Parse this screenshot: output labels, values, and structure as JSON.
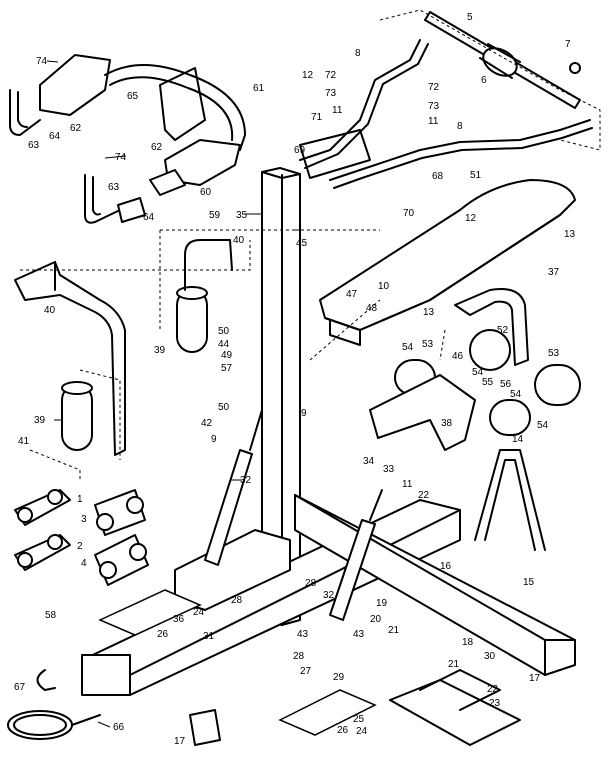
{
  "diagram": {
    "type": "exploded-parts-view",
    "callouts": [
      {
        "id": "c5",
        "label": "5"
      },
      {
        "id": "c7",
        "label": "7"
      },
      {
        "id": "c6",
        "label": "6"
      },
      {
        "id": "c74a",
        "label": "74"
      },
      {
        "id": "c65",
        "label": "65"
      },
      {
        "id": "c61",
        "label": "61"
      },
      {
        "id": "c62a",
        "label": "62"
      },
      {
        "id": "c64a",
        "label": "64"
      },
      {
        "id": "c63a",
        "label": "63"
      },
      {
        "id": "c8a",
        "label": "8"
      },
      {
        "id": "c12a",
        "label": "12"
      },
      {
        "id": "c72a",
        "label": "72"
      },
      {
        "id": "c73a",
        "label": "73"
      },
      {
        "id": "c11a",
        "label": "11"
      },
      {
        "id": "c71",
        "label": "71"
      },
      {
        "id": "c72b",
        "label": "72"
      },
      {
        "id": "c73b",
        "label": "73"
      },
      {
        "id": "c11b",
        "label": "11"
      },
      {
        "id": "c8b",
        "label": "8"
      },
      {
        "id": "c69",
        "label": "69"
      },
      {
        "id": "c74b",
        "label": "74"
      },
      {
        "id": "c62b",
        "label": "62"
      },
      {
        "id": "c63b",
        "label": "63"
      },
      {
        "id": "c60",
        "label": "60"
      },
      {
        "id": "c64b",
        "label": "64"
      },
      {
        "id": "c59",
        "label": "59"
      },
      {
        "id": "c35",
        "label": "35"
      },
      {
        "id": "c68",
        "label": "68"
      },
      {
        "id": "c51",
        "label": "51"
      },
      {
        "id": "c12b",
        "label": "12"
      },
      {
        "id": "c70",
        "label": "70"
      },
      {
        "id": "c13a",
        "label": "13"
      },
      {
        "id": "c40a",
        "label": "40"
      },
      {
        "id": "c45",
        "label": "45"
      },
      {
        "id": "c37",
        "label": "37"
      },
      {
        "id": "c10",
        "label": "10"
      },
      {
        "id": "c47",
        "label": "47"
      },
      {
        "id": "c48",
        "label": "48"
      },
      {
        "id": "c13b",
        "label": "13"
      },
      {
        "id": "c40b",
        "label": "40"
      },
      {
        "id": "c50a",
        "label": "50"
      },
      {
        "id": "c44",
        "label": "44"
      },
      {
        "id": "c52",
        "label": "52"
      },
      {
        "id": "c39a",
        "label": "39"
      },
      {
        "id": "c49",
        "label": "49"
      },
      {
        "id": "c54a",
        "label": "54"
      },
      {
        "id": "c53a",
        "label": "53"
      },
      {
        "id": "c46",
        "label": "46"
      },
      {
        "id": "c53b",
        "label": "53"
      },
      {
        "id": "c57",
        "label": "57"
      },
      {
        "id": "c54b",
        "label": "54"
      },
      {
        "id": "c55",
        "label": "55"
      },
      {
        "id": "c56",
        "label": "56"
      },
      {
        "id": "c54c",
        "label": "54"
      },
      {
        "id": "c39b",
        "label": "39"
      },
      {
        "id": "c50b",
        "label": "50"
      },
      {
        "id": "c9a",
        "label": "9"
      },
      {
        "id": "c42",
        "label": "42"
      },
      {
        "id": "c38",
        "label": "38"
      },
      {
        "id": "c54d",
        "label": "54"
      },
      {
        "id": "c41",
        "label": "41"
      },
      {
        "id": "c9b",
        "label": "9"
      },
      {
        "id": "c14",
        "label": "14"
      },
      {
        "id": "c32a",
        "label": "32"
      },
      {
        "id": "c34",
        "label": "34"
      },
      {
        "id": "c33",
        "label": "33"
      },
      {
        "id": "c1",
        "label": "1"
      },
      {
        "id": "c11c",
        "label": "11"
      },
      {
        "id": "c22a",
        "label": "22"
      },
      {
        "id": "c3",
        "label": "3"
      },
      {
        "id": "c2",
        "label": "2"
      },
      {
        "id": "c4",
        "label": "4"
      },
      {
        "id": "c16",
        "label": "16"
      },
      {
        "id": "c28a",
        "label": "28"
      },
      {
        "id": "c15",
        "label": "15"
      },
      {
        "id": "c58",
        "label": "58"
      },
      {
        "id": "c28b",
        "label": "28"
      },
      {
        "id": "c19",
        "label": "19"
      },
      {
        "id": "c24a",
        "label": "24"
      },
      {
        "id": "c32b",
        "label": "32"
      },
      {
        "id": "c20",
        "label": "20"
      },
      {
        "id": "c36",
        "label": "36"
      },
      {
        "id": "c26a",
        "label": "26"
      },
      {
        "id": "c31",
        "label": "31"
      },
      {
        "id": "c21a",
        "label": "21"
      },
      {
        "id": "c43a",
        "label": "43"
      },
      {
        "id": "c43b",
        "label": "43"
      },
      {
        "id": "c18",
        "label": "18"
      },
      {
        "id": "c28c",
        "label": "28"
      },
      {
        "id": "c21b",
        "label": "21"
      },
      {
        "id": "c30",
        "label": "30"
      },
      {
        "id": "c27",
        "label": "27"
      },
      {
        "id": "c29",
        "label": "29"
      },
      {
        "id": "c17a",
        "label": "17"
      },
      {
        "id": "c67",
        "label": "67"
      },
      {
        "id": "c22b",
        "label": "22"
      },
      {
        "id": "c23",
        "label": "23"
      },
      {
        "id": "c25",
        "label": "25"
      },
      {
        "id": "c66",
        "label": "66"
      },
      {
        "id": "c26b",
        "label": "26"
      },
      {
        "id": "c24b",
        "label": "24"
      },
      {
        "id": "c17b",
        "label": "17"
      }
    ]
  }
}
